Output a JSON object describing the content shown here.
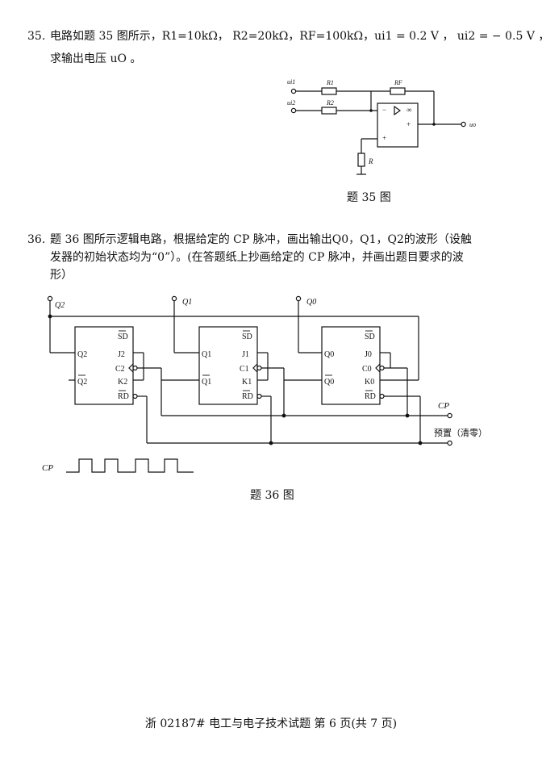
{
  "q35": {
    "number": "35.",
    "line1": "电路如题 35 图所示，R1=10kΩ， R2=20kΩ，RF=100kΩ，ui1 = 0.2 V ， ui2 = − 0.5 V ，",
    "line2": "求输出电压 uO 。",
    "caption": "题 35 图",
    "fig": {
      "ui1": "ui1",
      "ui2": "ui2",
      "r1": "R1",
      "r2": "R2",
      "rf": "RF",
      "r": "R",
      "uo": "uo",
      "minus": "−",
      "plus1": "+",
      "plus2": "+",
      "inf": "∞"
    }
  },
  "q36": {
    "number": "36.",
    "line1": "题 36 图所示逻辑电路，根据给定的 CP 脉冲，画出输出Q0，Q1，Q2的波形（设触",
    "line2": "发器的初始状态均为“0”）。(在答题纸上抄画给定的 CP 脉冲，并画出题目要求的波",
    "line3": "形）",
    "caption": "题 36 图",
    "fig": {
      "q2_out": "Q2",
      "q1_out": "Q1",
      "q0_out": "Q0",
      "ff2": {
        "sd": "SD",
        "j": "J2",
        "q": "Q2",
        "c": "C2",
        "k": "K2",
        "qbar": "Q2",
        "rd": "RD"
      },
      "ff1": {
        "sd": "SD",
        "j": "J1",
        "q": "Q1",
        "c": "C1",
        "k": "K1",
        "qbar": "Q1",
        "rd": "RD"
      },
      "ff0": {
        "sd": "SD",
        "j": "J0",
        "q": "Q0",
        "c": "C0",
        "k": "K0",
        "qbar": "Q0",
        "rd": "RD"
      },
      "cp": "CP",
      "preset": "预置（清零）",
      "cp_wave_label": "CP"
    }
  },
  "footer": "浙 02187# 电工与电子技术试题 第 6 页(共 7 页)"
}
